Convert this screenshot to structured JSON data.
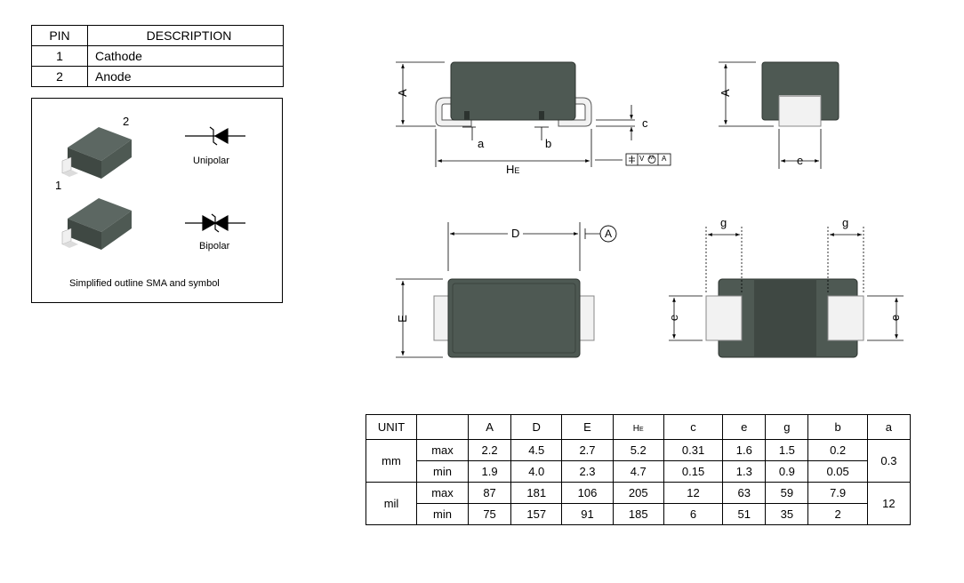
{
  "pin_table": {
    "headers": [
      "PIN",
      "DESCRIPTION"
    ],
    "rows": [
      {
        "pin": "1",
        "description": "Cathode"
      },
      {
        "pin": "2",
        "description": "Anode"
      }
    ]
  },
  "symbol_box": {
    "pin_label_2": "2",
    "pin_label_1": "1",
    "unipolar_label": "Unipolar",
    "bipolar_label": "Bipolar",
    "caption": "Simplified outline SMA and symbol"
  },
  "drawing_labels": {
    "side_A": "A",
    "end_A": "A",
    "a": "a",
    "b": "b",
    "c": "c",
    "he_main": "H",
    "he_sub": "E",
    "e_end": "e",
    "D": "D",
    "datum_A": "A",
    "E": "E",
    "g_left": "g",
    "g_right": "g",
    "e_left": "e",
    "e_right": "e",
    "tolerance_v": "V",
    "tolerance_m": "M",
    "tolerance_a": "A"
  },
  "colors": {
    "body": "#4e5953",
    "body_dark": "#3f4843",
    "terminal": "#f2f2f2",
    "line": "#000000"
  },
  "dimension_table": {
    "headers": [
      "UNIT",
      "",
      "A",
      "D",
      "E",
      "HE",
      "c",
      "e",
      "g",
      "b",
      "a"
    ],
    "he_main": "H",
    "he_sub": "E",
    "rows": [
      {
        "unit": "mm",
        "limit": "max",
        "values": [
          "2.2",
          "4.5",
          "2.7",
          "5.2",
          "0.31",
          "1.6",
          "1.5",
          "0.2"
        ],
        "a": "0.3"
      },
      {
        "unit": "",
        "limit": "min",
        "values": [
          "1.9",
          "4.0",
          "2.3",
          "4.7",
          "0.15",
          "1.3",
          "0.9",
          "0.05"
        ],
        "a": ""
      },
      {
        "unit": "mil",
        "limit": "max",
        "values": [
          "87",
          "181",
          "106",
          "205",
          "12",
          "63",
          "59",
          "7.9"
        ],
        "a": "12"
      },
      {
        "unit": "",
        "limit": "min",
        "values": [
          "75",
          "157",
          "91",
          "185",
          "6",
          "51",
          "35",
          "2"
        ],
        "a": ""
      }
    ]
  }
}
